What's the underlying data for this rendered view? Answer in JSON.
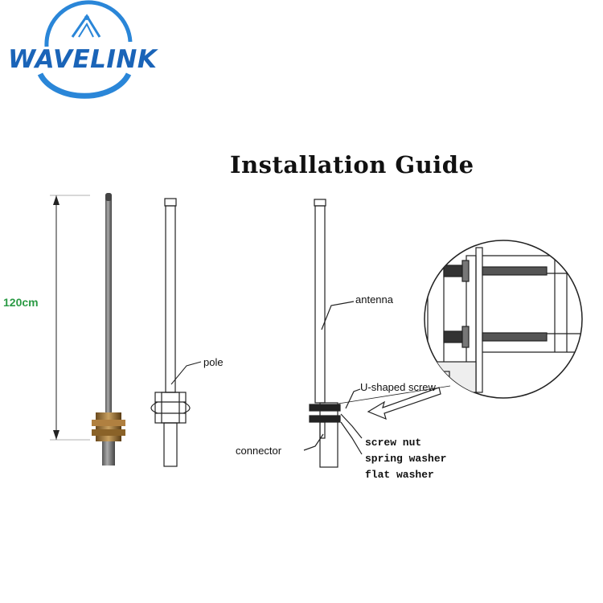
{
  "brand": {
    "name": "WAVELINK",
    "colors": {
      "primary": "#1a64b8",
      "ring": "#2a86d8"
    }
  },
  "title": "Installation Guide",
  "dimension": {
    "label": "120cm",
    "color": "#2a9a44"
  },
  "labels": {
    "pole": "pole",
    "antenna": "antenna",
    "u_screw": "U-shaped screw",
    "connector": "connector",
    "screw_nut": "screw nut",
    "spring_washer": "spring washer",
    "flat_washer": "flat washer"
  }
}
